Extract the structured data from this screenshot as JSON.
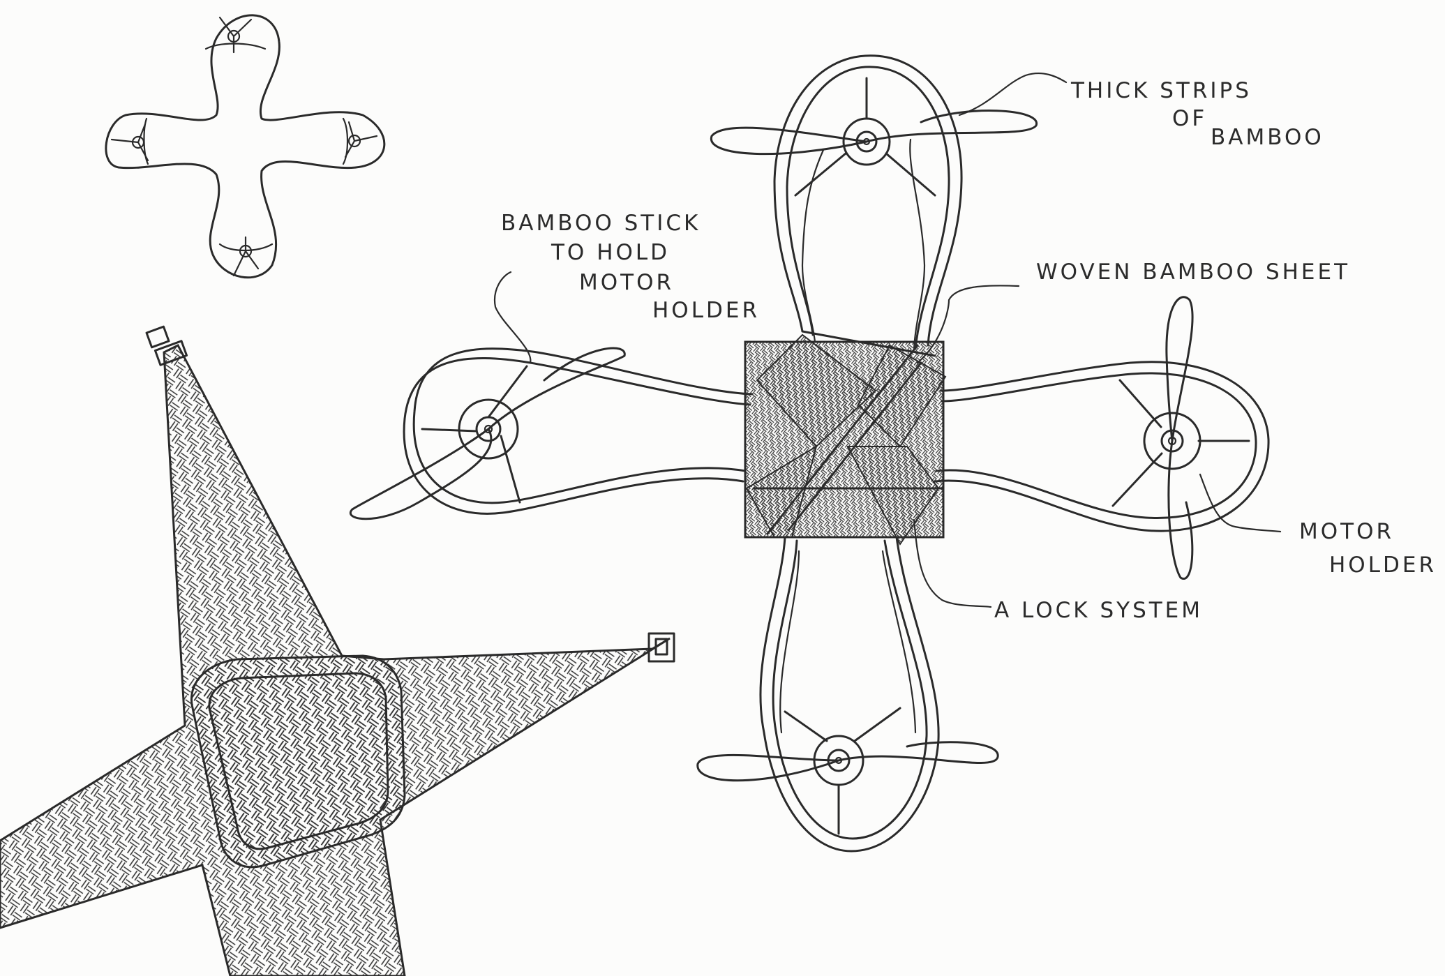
{
  "labels": {
    "thick_strips_1": "THICK STRIPS",
    "thick_strips_2": "OF",
    "thick_strips_3": "BAMBOO",
    "bamboo_stick_1": "BAMBOO STICK",
    "bamboo_stick_2": "TO HOLD",
    "bamboo_stick_3": "MOTOR",
    "bamboo_stick_4": "HOLDER",
    "woven_sheet": "WOVEN BAMBOO SHEET",
    "motor_holder_1": "MOTOR",
    "motor_holder_2": "HOLDER",
    "lock_system": "A LOCK SYSTEM"
  },
  "colors": {
    "paper": "#fcfcfb",
    "ink": "#2a2a2a"
  }
}
